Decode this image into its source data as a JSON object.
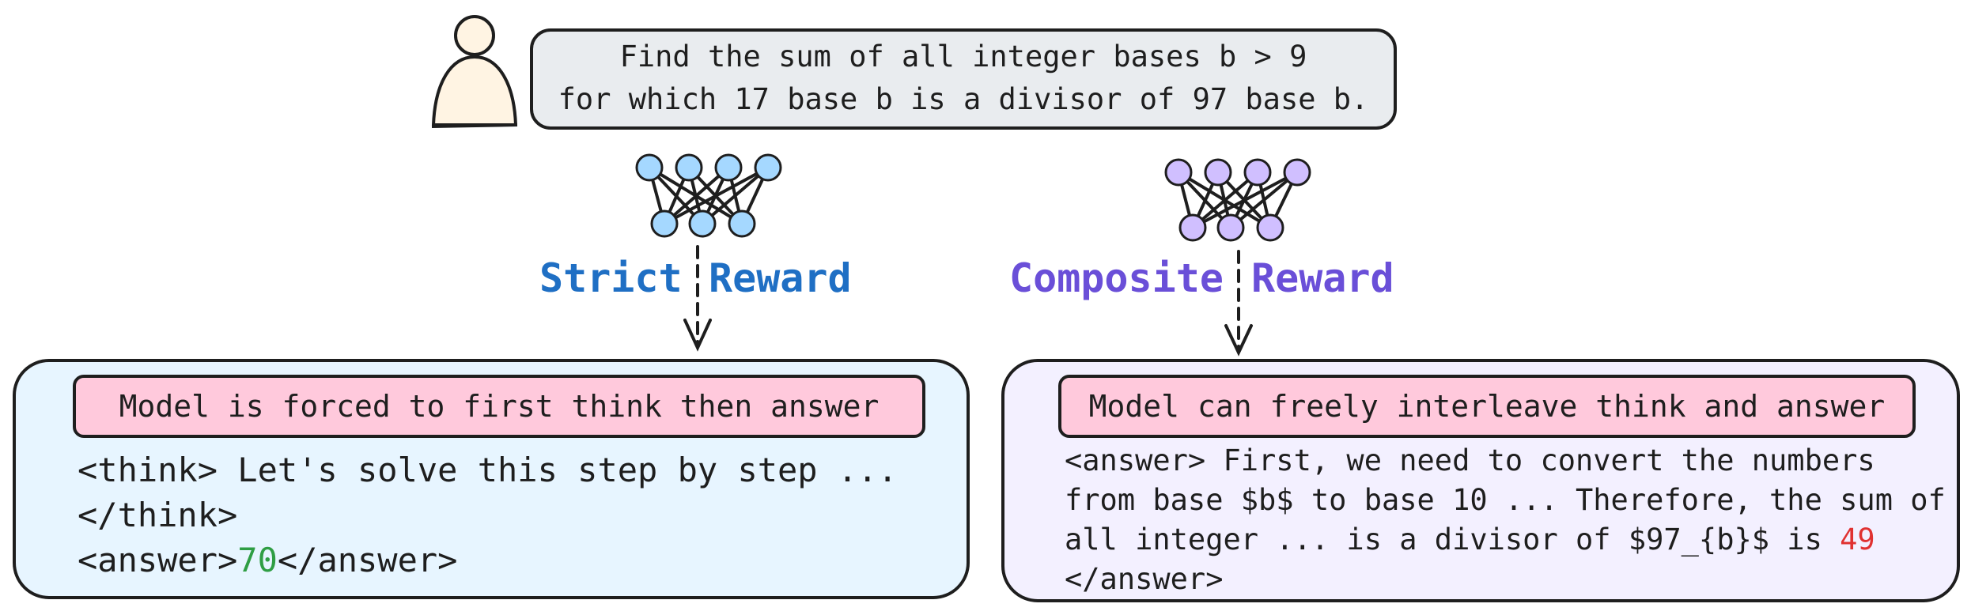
{
  "question": {
    "line1": "Find the sum of all integer bases b > 9",
    "line2": "for which 17 base b is a divisor of 97 base b."
  },
  "left": {
    "reward_word1": "Strict",
    "reward_word2": "Reward",
    "banner": "Model is forced to first think then answer",
    "lines": [
      "<think> Let's solve this step by step ...",
      "</think>"
    ],
    "answer_open": "<answer>",
    "answer_value": "70",
    "answer_close": "</answer>"
  },
  "right": {
    "reward_word1": "Composite",
    "reward_word2": "Reward",
    "banner": "Model can freely interleave think and answer",
    "lines": [
      "<answer> First, we need to convert the numbers",
      "from base $b$ to base 10 ... Therefore, the sum of"
    ],
    "line3_text": "all integer ... is a divisor of $97_{b}$ is",
    "answer_value": "49",
    "line4": "</answer>"
  },
  "colors": {
    "strict_blue": "#1f6fc4",
    "composite_purple": "#6a4fd8",
    "left_box_fill": "#e7f5ff",
    "right_box_fill": "#f3f0ff",
    "banner_fill": "#ffc9dc",
    "question_fill": "#e9ecef",
    "person_fill": "#fff4e3",
    "left_nodes": "#a5d8ff",
    "right_nodes": "#d0bfff",
    "correct_green": "#2f9e44",
    "wrong_red": "#e03131"
  }
}
